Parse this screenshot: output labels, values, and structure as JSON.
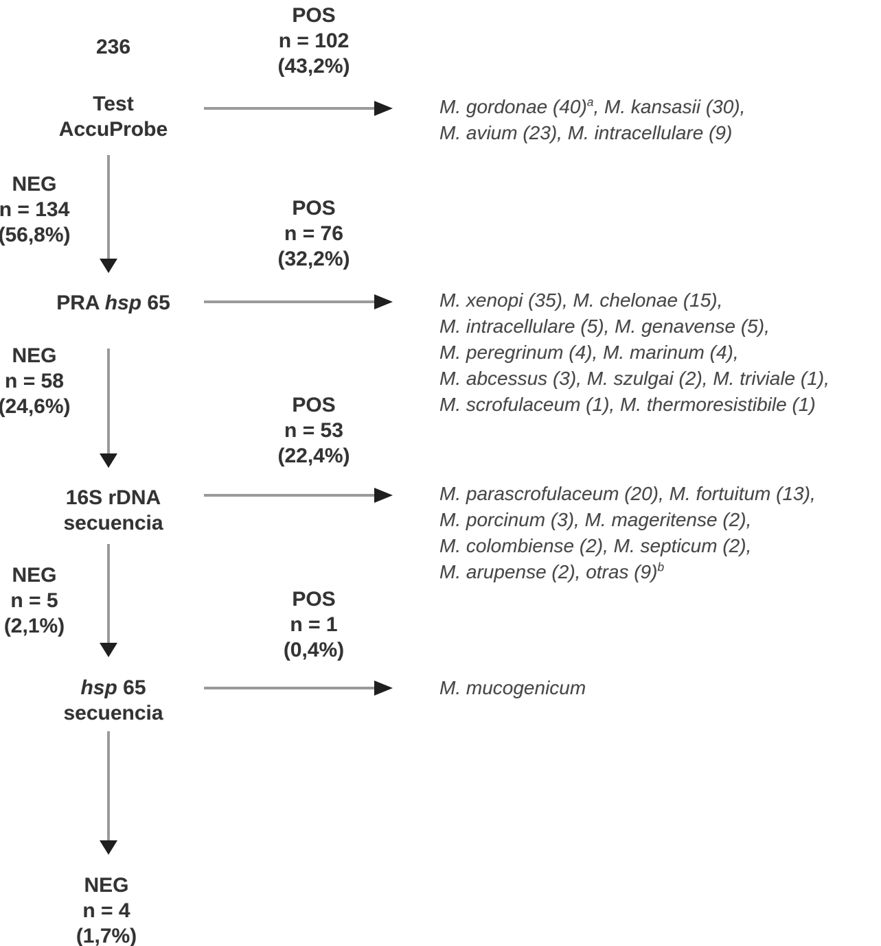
{
  "colors": {
    "text": "#333333",
    "species": "#474747",
    "line": "#9a9a9a",
    "arrowhead": "#1f1f1f",
    "background": "#ffffff"
  },
  "flow": {
    "total": "236",
    "node1": {
      "line1": "Test",
      "line2": "AccuProbe"
    },
    "node2": {
      "pre": "PRA ",
      "italic": "hsp",
      "post": " 65"
    },
    "node3": {
      "line1": "16S rDNA",
      "line2": "secuencia"
    },
    "node4": {
      "italic": "hsp",
      "post": " 65",
      "line2": "secuencia"
    },
    "pos1": {
      "label": "POS",
      "n": "n = 102",
      "pct": "(43,2%)"
    },
    "pos2": {
      "label": "POS",
      "n": "n = 76",
      "pct": "(32,2%)"
    },
    "pos3": {
      "label": "POS",
      "n": "n = 53",
      "pct": "(22,4%)"
    },
    "pos4": {
      "label": "POS",
      "n": "n = 1",
      "pct": "(0,4%)"
    },
    "neg1": {
      "label": "NEG",
      "n": "n = 134",
      "pct": "(56,8%)"
    },
    "neg2": {
      "label": "NEG",
      "n": "n = 58",
      "pct": "(24,6%)"
    },
    "neg3": {
      "label": "NEG",
      "n": "n = 5",
      "pct": "(2,1%)"
    },
    "neg4": {
      "label": "NEG",
      "n": "n = 4",
      "pct": "(1,7%)"
    }
  },
  "species": {
    "list1": {
      "line1": {
        "pre": "M. gordonae (40)",
        "sup": "a",
        "post": ", M. kansasii (30),"
      },
      "line2": "M. avium (23), M. intracellulare (9)"
    },
    "list2": {
      "line1": "M. xenopi (35), M. chelonae (15),",
      "line2": "M. intracellulare (5), M. genavense (5),",
      "line3": "M. peregrinum (4), M. marinum (4),",
      "line4": "M. abcessus (3), M. szulgai (2), M. triviale (1),",
      "line5": "M. scrofulaceum (1), M. thermoresistibile (1)"
    },
    "list3": {
      "line1": "M. parascrofulaceum (20), M. fortuitum (13),",
      "line2": "M. porcinum (3), M. mageritense (2),",
      "line3": "M. colombiense (2), M. septicum (2),",
      "line4": {
        "pre": "M. arupense  (2), otras (9)",
        "sup": "b",
        "post": ""
      }
    },
    "list4": {
      "line1": "M. mucogenicum"
    }
  }
}
